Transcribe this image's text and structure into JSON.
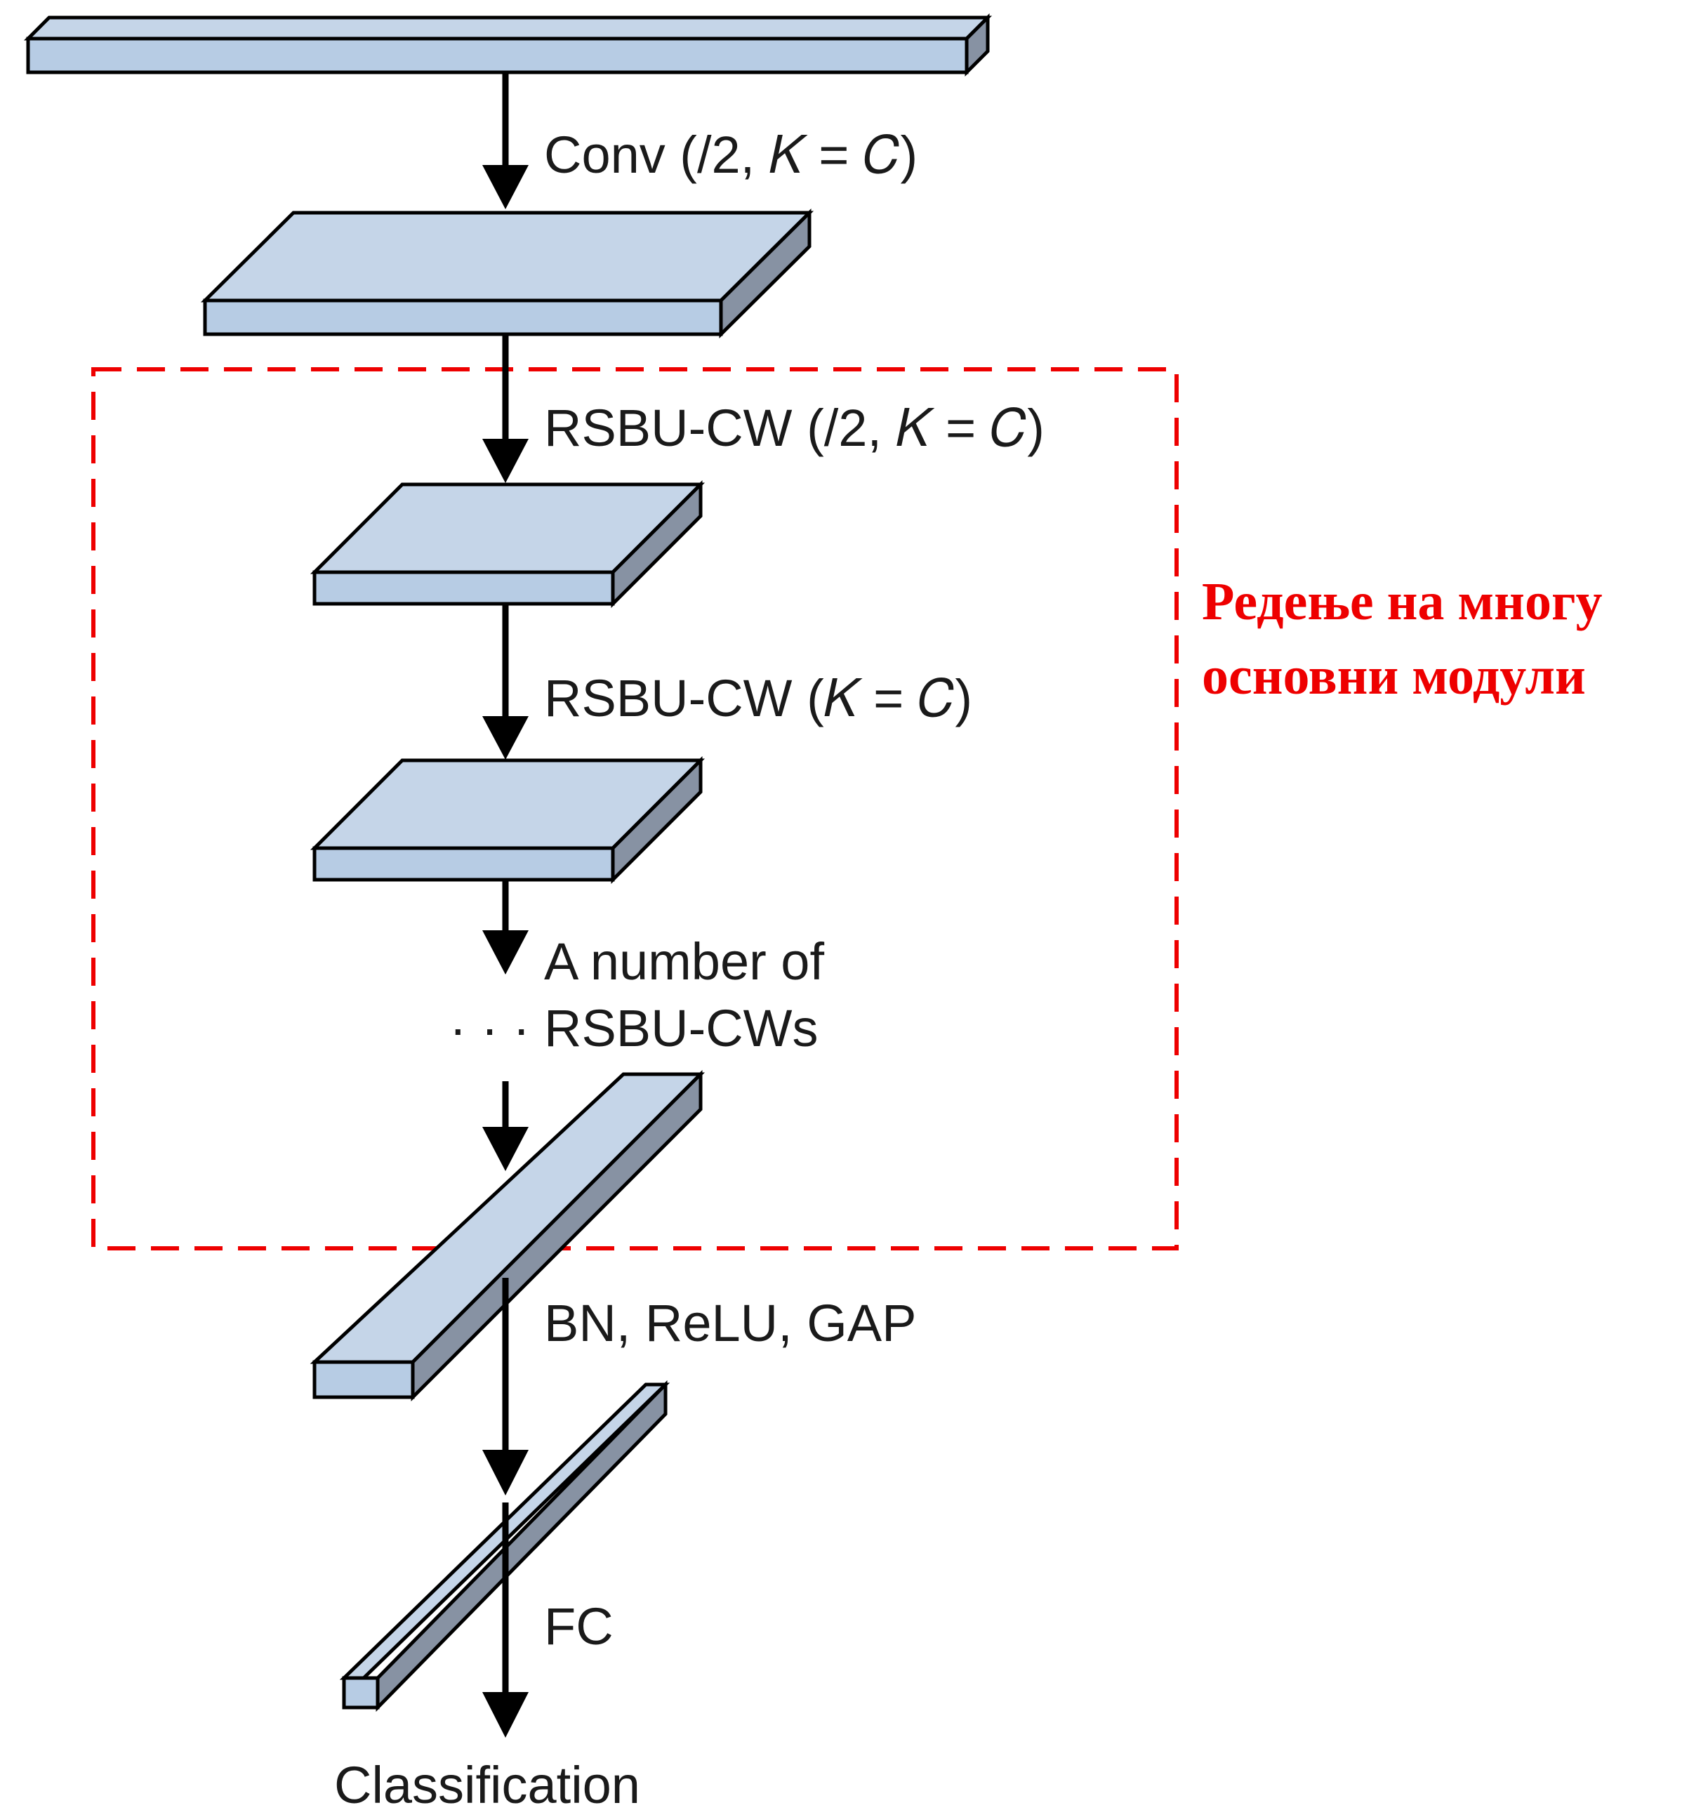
{
  "labels": {
    "conv": "Conv (/2, 𝐾 = 𝐶)",
    "rsbu1": "RSBU-CW (/2, 𝐾 = 𝐶)",
    "rsbu2": "RSBU-CW (𝐾 = 𝐶)",
    "many_line1": "A number of",
    "many_line2": "RSBU-CWs",
    "dots": "· · ·",
    "bn": "BN, ReLU, GAP",
    "fc": "FC",
    "classification": "Classification"
  },
  "annotation": {
    "line1": "Редење на многу",
    "line2": "основни модули"
  },
  "colors": {
    "block_top": "#c5d5e8",
    "block_side": "#8792a3",
    "highlight": "#ee0000"
  }
}
